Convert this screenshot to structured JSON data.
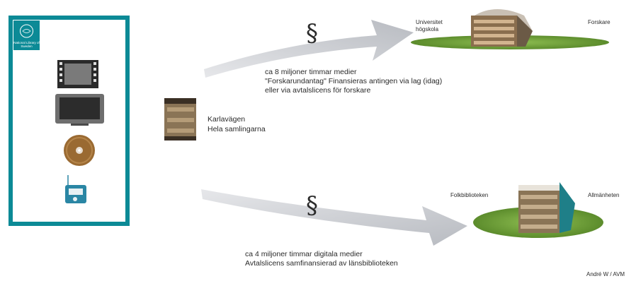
{
  "panel": {
    "logo_text": "National Library of Sweden",
    "media_icons": [
      "film-icon",
      "tv-icon",
      "disc-icon",
      "radio-icon"
    ]
  },
  "source": {
    "name": "Karlavägen",
    "subtitle": "Hela samlingarna"
  },
  "upper_route": {
    "symbol": "§",
    "lines": [
      "ca 8 miljoner timmar medier",
      "\"Forskarundantag\" Finansieras antingen via lag (idag)",
      "eller via avtalslicens för forskare"
    ],
    "destination_lines": [
      "Universitet",
      "högskola"
    ],
    "audience": "Forskare"
  },
  "lower_route": {
    "symbol": "§",
    "lines": [
      "ca 4 miljoner timmar digitala medier",
      "Avtalslicens samfinansierad av länsbiblioteken"
    ],
    "destination": "Folkbiblioteken",
    "audience": "Allmänheten"
  },
  "credit": "André W / AVM",
  "colors": {
    "panel_border": "#0c8a96",
    "arrow": "#c2c5ca",
    "ground": "#6f9f3a",
    "building": "#8a7456",
    "teal": "#1f7f88"
  }
}
